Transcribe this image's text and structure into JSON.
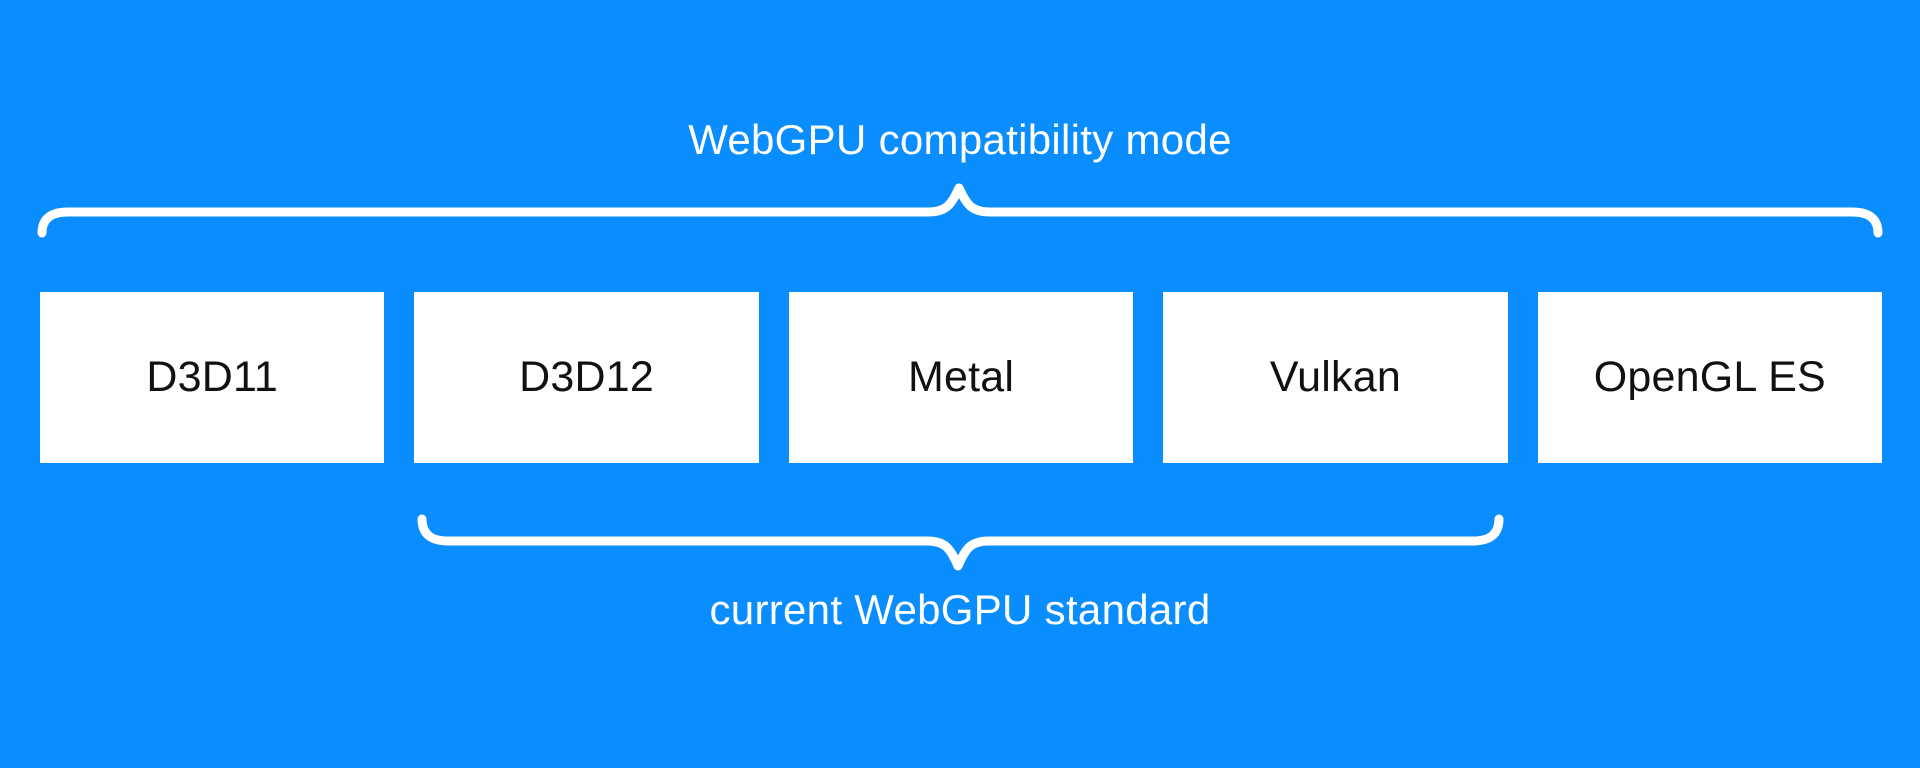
{
  "colors": {
    "background": "#0a8dff",
    "box_fill": "#ffffff",
    "box_text": "#111111",
    "label_text": "#ffffff",
    "brace": "#ffffff"
  },
  "diagram": {
    "top_label": "WebGPU compatibility mode",
    "bottom_label": "current WebGPU standard",
    "backends": [
      {
        "label": "D3D11"
      },
      {
        "label": "D3D12"
      },
      {
        "label": "Metal"
      },
      {
        "label": "Vulkan"
      },
      {
        "label": "OpenGL ES"
      }
    ]
  }
}
